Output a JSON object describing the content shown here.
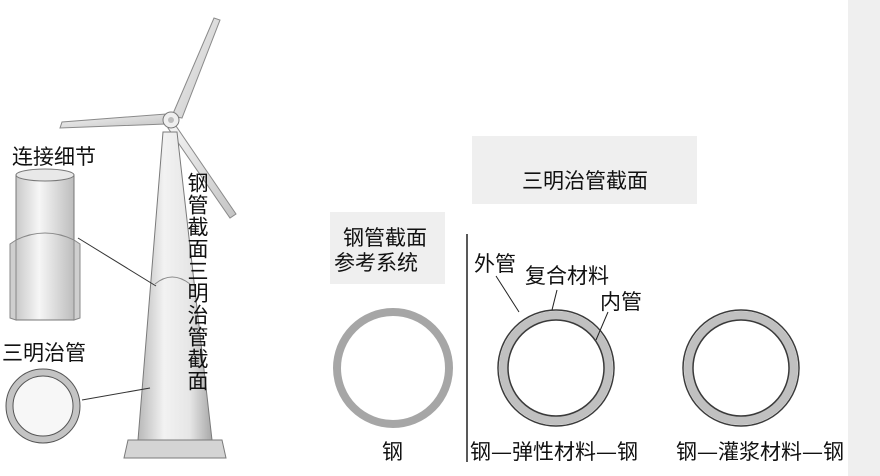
{
  "left": {
    "connection_detail": "连接细节",
    "sandwich_tube": "三明治管",
    "vertical_caption": "钢管截面三明治管截面"
  },
  "right": {
    "title": "三明治管截面",
    "reference_line1": "钢管截面",
    "reference_line2": "参考系统",
    "outer_tube": "外管",
    "composite_material": "复合材料",
    "inner_tube": "内管",
    "steel": "钢",
    "steel_elastic_steel": "钢—弹性材料—钢",
    "steel_grout_steel": "钢—灌浆材料—钢"
  },
  "colors": {
    "ring_gray": "#a6a6a6",
    "ring_stroke": "#3a3a3a",
    "shade": "#efefef",
    "tower": "#e2e2e2"
  }
}
